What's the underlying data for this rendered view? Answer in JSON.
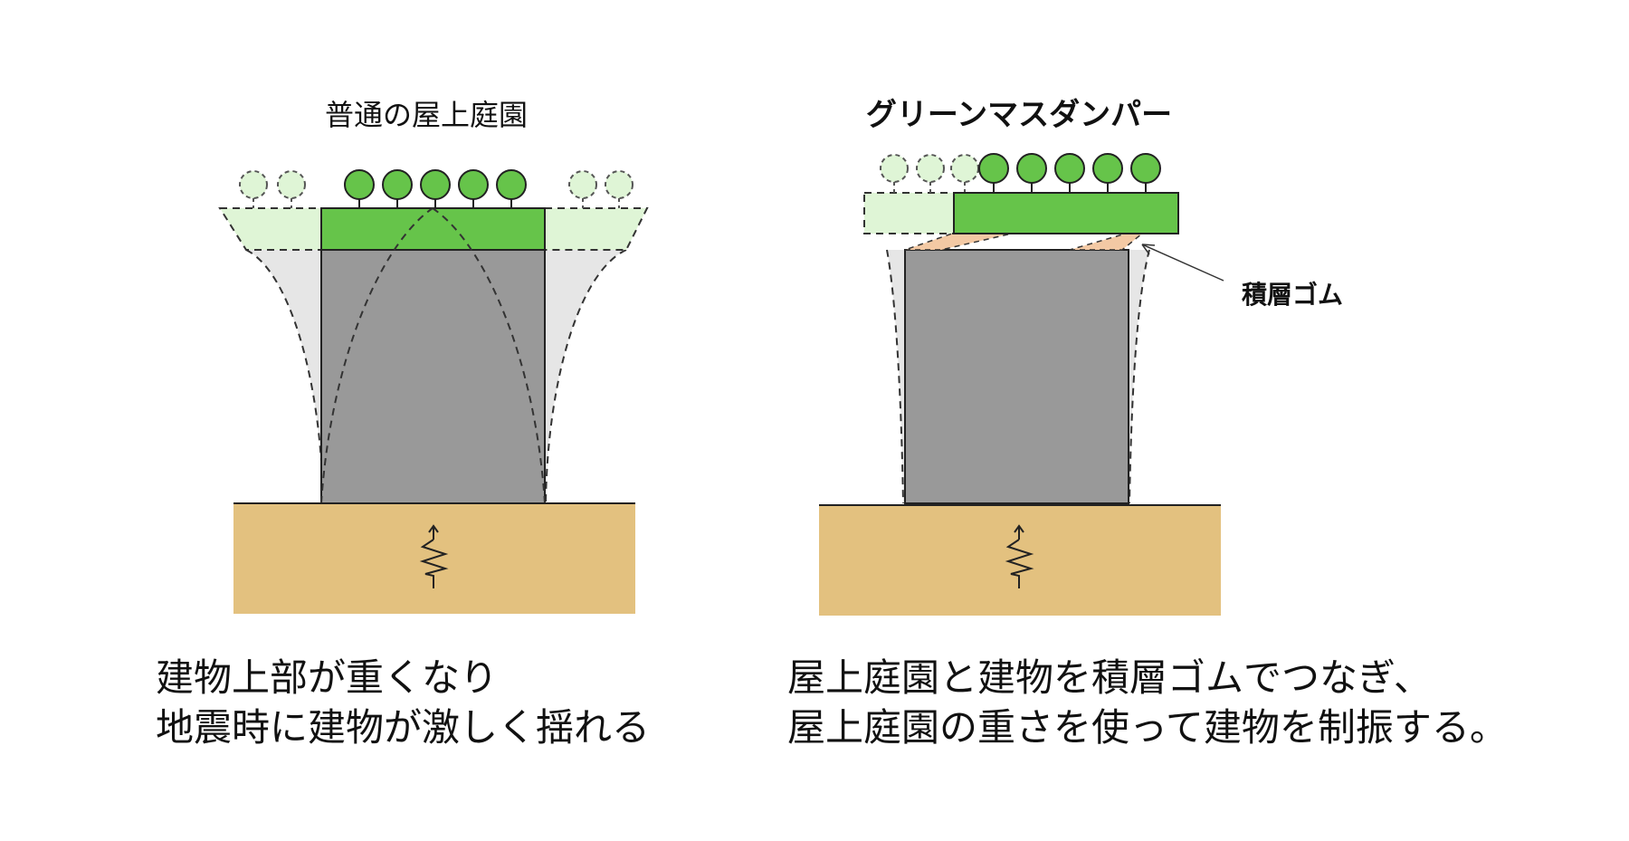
{
  "left": {
    "title": "普通の屋上庭園",
    "caption_line1": "建物上部が重くなり",
    "caption_line2": "地震時に建物が激しく揺れる"
  },
  "right": {
    "title": "グリーンマスダンパー",
    "label": "積層ゴム",
    "caption_line1": "屋上庭園と建物を積層ゴムでつなぎ、",
    "caption_line2": "屋上庭園の重さを使って建物を制振する。"
  },
  "colors": {
    "building": "#999999",
    "building_ghost": "#e6e6e6",
    "garden": "#66c44a",
    "garden_ghost": "#dff5d6",
    "ground": "#e3c17f",
    "rubber": "#f3c9a4"
  }
}
